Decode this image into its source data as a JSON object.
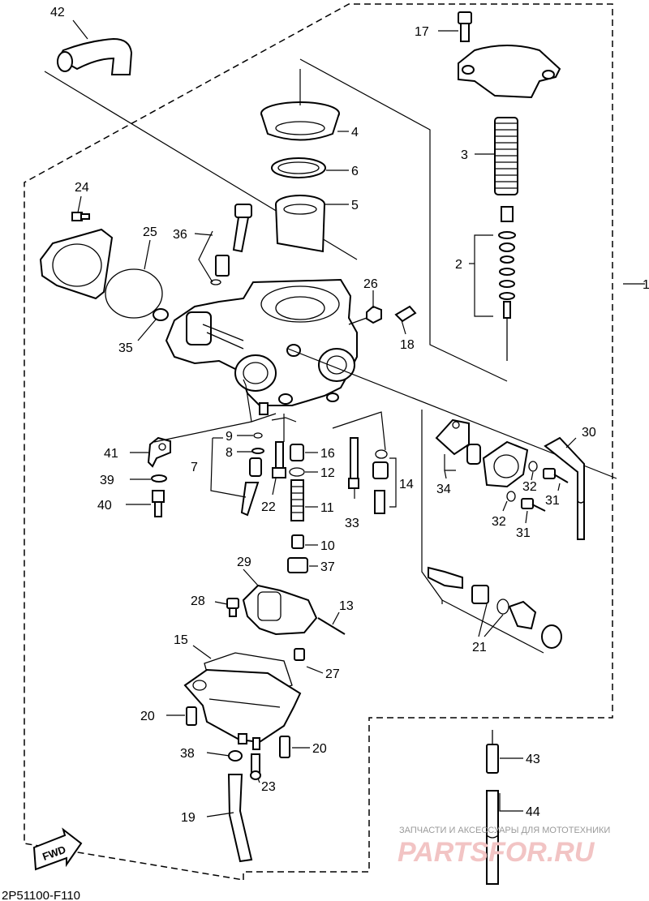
{
  "diagram_code": "2P51100-F110",
  "fwd_label": "FWD",
  "watermark": {
    "line1": "ЗАПЧАСТИ И АКСЕССУАРЫ ДЛЯ МОТОТЕХНИКИ",
    "line2": "PARTSFOR.RU"
  },
  "labels": {
    "p1": "1",
    "p2": "2",
    "p3": "3",
    "p4": "4",
    "p5": "5",
    "p6": "6",
    "p7": "7",
    "p8": "8",
    "p9": "9",
    "p10": "10",
    "p11": "11",
    "p12": "12",
    "p13": "13",
    "p14": "14",
    "p15": "15",
    "p16": "16",
    "p17": "17",
    "p18": "18",
    "p19": "19",
    "p20a": "20",
    "p20b": "20",
    "p21": "21",
    "p22": "22",
    "p23": "23",
    "p24": "24",
    "p25": "25",
    "p26": "26",
    "p27": "27",
    "p28": "28",
    "p29": "29",
    "p30": "30",
    "p31a": "31",
    "p31b": "31",
    "p32a": "32",
    "p32b": "32",
    "p33": "33",
    "p34": "34",
    "p35": "35",
    "p36": "36",
    "p37": "37",
    "p38": "38",
    "p39": "39",
    "p40": "40",
    "p41": "41",
    "p42": "42",
    "p43": "43",
    "p44": "44"
  },
  "colors": {
    "line": "#000000",
    "background": "#ffffff",
    "watermark_red": "#f2c4c4"
  }
}
